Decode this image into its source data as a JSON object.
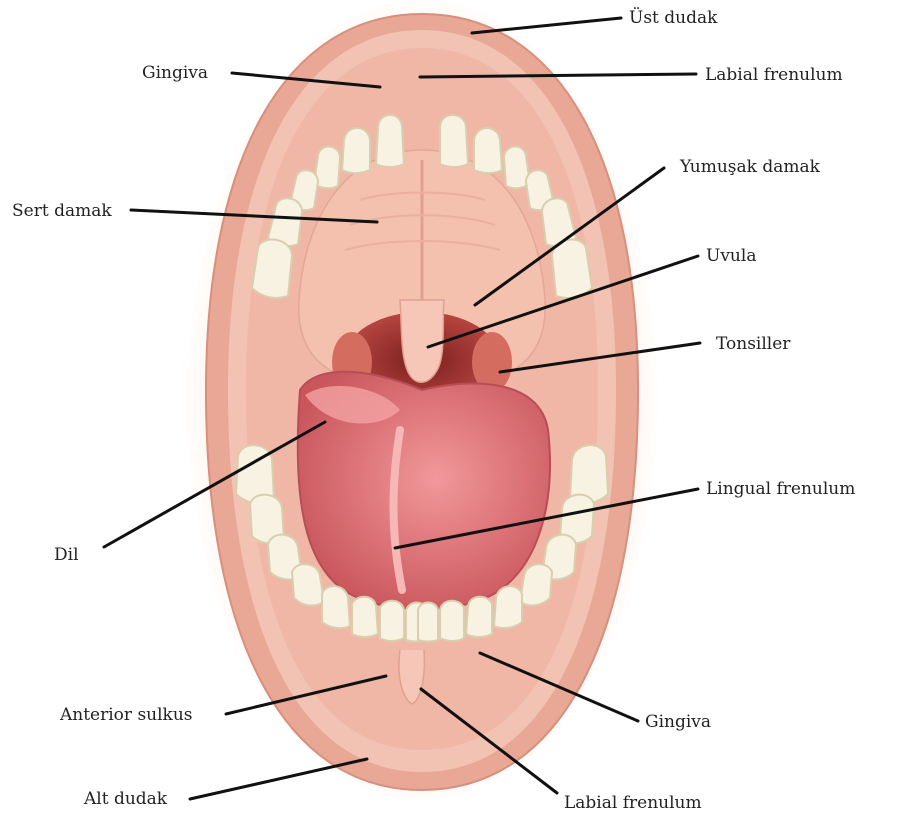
{
  "labels": {
    "ust_dudak": "Üst dudak",
    "gingiva_top": "Gingiva",
    "labial_frenulum_top": "Labial frenulum",
    "yumusak_damak": "Yumuşak damak",
    "sert_damak": "Sert damak",
    "uvula": "Uvula",
    "tonsiller": "Tonsiller",
    "lingual_frenulum": "Lingual frenulum",
    "dil": "Dil",
    "anterior_sulkus": "Anterior sulkus",
    "gingiva_bottom": "Gingiva",
    "alt_dudak": "Alt dudak",
    "labial_frenulum_bottom": "Labial frenulum"
  },
  "colors": {
    "lip": "#e9a796",
    "lip_highlight": "#f6d2c4",
    "gum": "#f0b7a6",
    "palate": "#f3c1ae",
    "throat": "#b23a36",
    "tongue": "#dc6e72",
    "tongue_light": "#f08f90",
    "tooth": "#f7f2e2",
    "tooth_shadow": "#d9cfae",
    "line": "#111111",
    "text": "#222222"
  }
}
